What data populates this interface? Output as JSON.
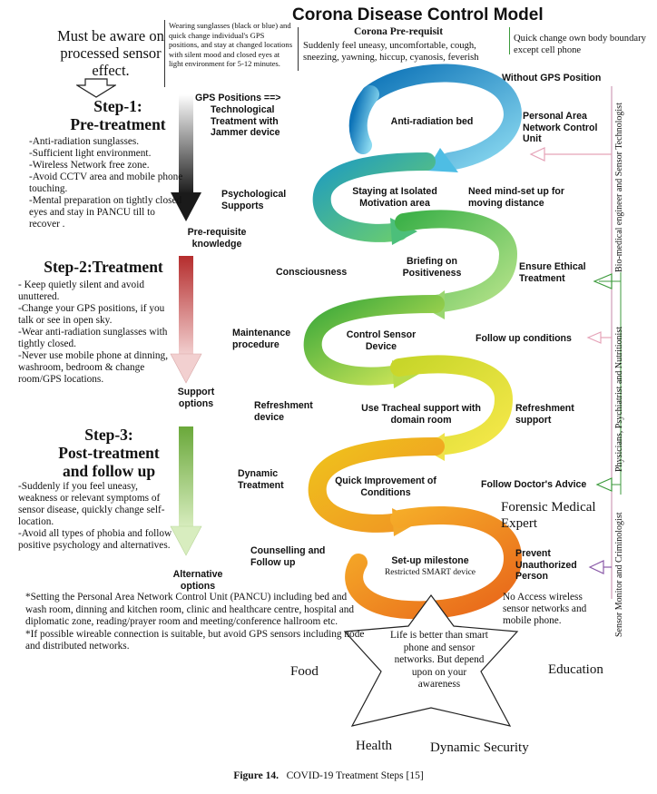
{
  "title": "Corona Disease Control Model",
  "aware_note": "Must be aware on processed sensor effect.",
  "top_note": "Wearing sunglasses (black or blue) and quick change individual's GPS positions, and stay at changed locations with silent mood and closed eyes at light environment for 5-12 minutes.",
  "prerequisite": {
    "title": "Corona Pre-requisit",
    "text": "Suddenly feel uneasy, uncomfortable, cough, sneezing, yawning, hiccup, cyanosis, feverish"
  },
  "quick_change": "Quick change own body boundary except cell phone",
  "without_gps": "Without GPS Position",
  "gps_positions": "GPS Positions ==>",
  "steps": [
    {
      "title_line1": "Step-1:",
      "title_line2": "Pre-treatment",
      "items": [
        "-Anti-radiation sunglasses.",
        "-Sufficient light environment.",
        "-Wireless Network free zone.",
        "-Avoid CCTV  area and mobile phone touching.",
        "-Mental preparation on tightly closed eyes and stay in PANCU  till to recover ."
      ],
      "arrow_label_line1": "Pre-requisite",
      "arrow_label_line2": "knowledge"
    },
    {
      "title_line1": "Step-2:Treatment",
      "title_line2": "",
      "items": [
        "- Keep quietly silent and avoid unuttered.",
        "-Change your GPS positions, if you talk or see in open sky.",
        "-Wear anti-radiation sunglasses with tightly closed.",
        "-Never use mobile phone at dinning, washroom, bedroom & change room/GPS locations."
      ],
      "arrow_label_line1": "Support",
      "arrow_label_line2": "options"
    },
    {
      "title_line1": "Step-3:",
      "title_line2": "Post-treatment",
      "title_line3": "and follow up",
      "items": [
        "-Suddenly if you feel uneasy, weakness or relevant symptoms of sensor disease, quickly change self-location.",
        "-Avoid all types of phobia and follow positive psychology and alternatives."
      ],
      "arrow_label_line1": "Alternative",
      "arrow_label_line2": "options"
    }
  ],
  "spiral_labels": [
    "Anti-radiation bed",
    "Staying at Isolated Motivation area",
    "Briefing on Positiveness",
    "Control Sensor Device",
    "Use Tracheal support with domain room",
    "Quick Improvement of Conditions",
    "Set-up milestone"
  ],
  "spiral_sub": "Restricted SMART device",
  "left_labels": [
    "Technological Treatment with Jammer device",
    "Psychological Supports",
    "Consciousness",
    "Maintenance procedure",
    "Refreshment device",
    "Dynamic Treatment",
    "Counselling and Follow up"
  ],
  "right_labels": [
    "Personal Area Network Control Unit",
    "Need mind-set up for moving distance",
    "Ensure Ethical Treatment",
    "Follow up conditions",
    "Refreshment support",
    "Follow Doctor's Advice",
    "Prevent Unauthorized Person"
  ],
  "forensic": "Forensic Medical Expert",
  "no_access": "No Access wireless sensor networks and mobile phone.",
  "vertical_labels": [
    "Bio-medical engineer and Sensor Technologist",
    "Physicians, Psychiatrist and Nutritionist",
    "Sensor Monitor and Criminologist"
  ],
  "footnotes": [
    "*Setting the Personal Area Network Control Unit (PANCU) including bed and wash room, dinning and kitchen room, clinic and healthcare centre, hospital and diplomatic zone, reading/prayer room and meeting/conference hallroom etc.",
    "*If possible wireable connection is suitable, but avoid GPS sensors including node and distributed networks."
  ],
  "star": {
    "center": "Life is better than smart phone and sensor networks. But depend upon on your awareness",
    "food": "Food",
    "education": "Education",
    "health": "Health",
    "security": "Dynamic Security"
  },
  "caption": {
    "label": "Figure 14.",
    "text": "COVID-19 Treatment Steps [15]"
  },
  "colors": {
    "spiral_blue": "#2a9fd6",
    "spiral_green": "#4fb83a",
    "spiral_yellow": "#e9d21c",
    "spiral_orange": "#ef7d1a",
    "arrow_dark": "#222222",
    "arrow_red": "#c94a4a",
    "arrow_green": "#8cc05a",
    "pink_arrow": "#e5a3b8",
    "green_arrow": "#3c9a3c",
    "purple_arrow": "#8a5aa8"
  }
}
